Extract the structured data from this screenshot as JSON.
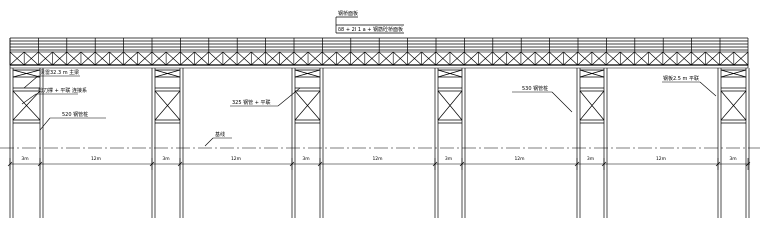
{
  "drawing": {
    "title_label": "钢桥面板",
    "title_detail": "δ8 + 2I 1 a + 钢筋砼桥面板",
    "annotations": {
      "beam_label": "贝雷32.3 m 主梁",
      "bracing_label": "剪刀撑 + 平联 连接系",
      "pile_label_left": "520 钢管桩",
      "mid_bracing_label": "325 钢管 + 平联",
      "datum_label": "基线",
      "pile_label_right": "530 钢管桩",
      "steel_label_right": "钢板2.5 m 平联"
    },
    "spans": [
      "3m",
      "12m",
      "3m",
      "12m",
      "3m",
      "12m",
      "3m",
      "12m",
      "3m",
      "12m",
      "3m"
    ]
  }
}
